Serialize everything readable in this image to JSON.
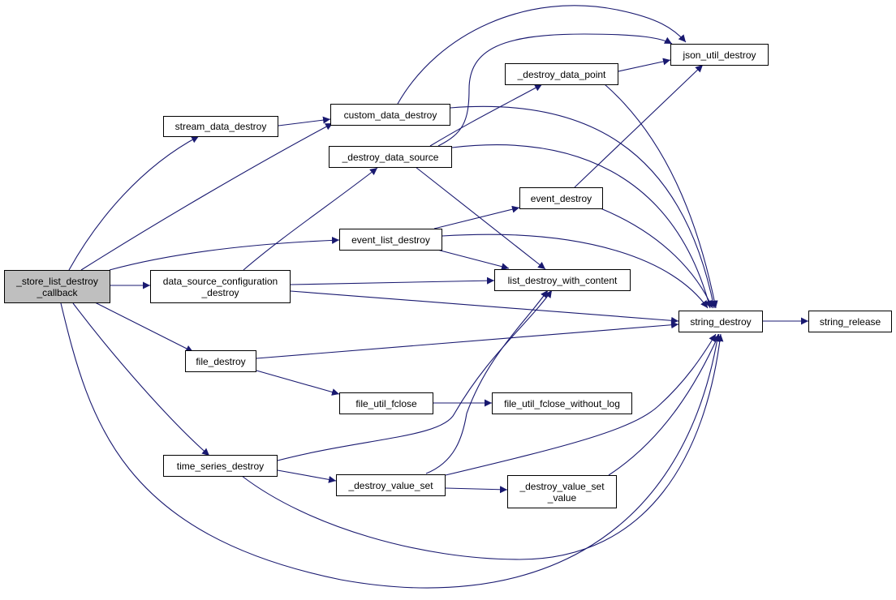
{
  "graph": {
    "edge_color": "#191970",
    "root_fill": "#bfbfbf",
    "nodes": {
      "store_list_destroy_callback": "_store_list_destroy\n_callback",
      "stream_data_destroy": "stream_data_destroy",
      "custom_data_destroy": "custom_data_destroy",
      "json_util_destroy": "json_util_destroy",
      "destroy_data_point": "_destroy_data_point",
      "destroy_data_source": "_destroy_data_source",
      "event_destroy": "event_destroy",
      "event_list_destroy": "event_list_destroy",
      "data_source_configuration_destroy": "data_source_configuration\n_destroy",
      "list_destroy_with_content": "list_destroy_with_content",
      "string_destroy": "string_destroy",
      "string_release": "string_release",
      "file_destroy": "file_destroy",
      "file_util_fclose": "file_util_fclose",
      "file_util_fclose_without_log": "file_util_fclose_without_log",
      "time_series_destroy": "time_series_destroy",
      "destroy_value_set": "_destroy_value_set",
      "destroy_value_set_value": "_destroy_value_set\n_value"
    }
  }
}
